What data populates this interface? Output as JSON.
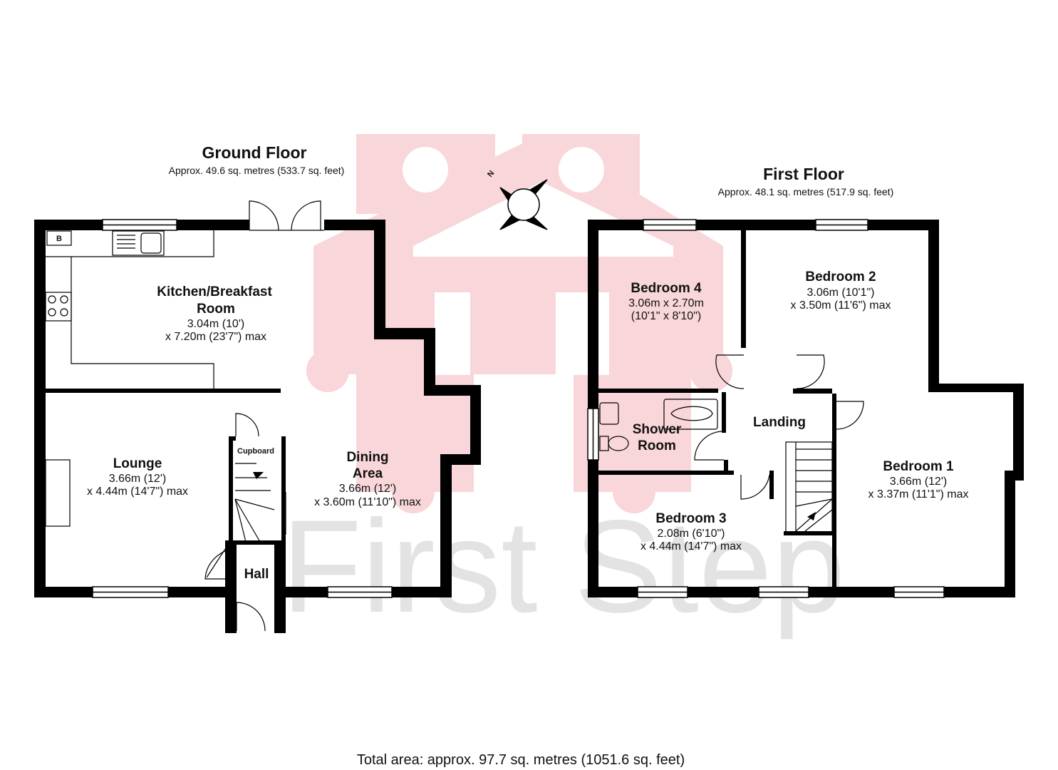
{
  "ground_floor": {
    "title": "Ground Floor",
    "area": "Approx. 49.6 sq. metres (533.7 sq. feet)",
    "rooms": {
      "kitchen": {
        "name_1": "Kitchen/Breakfast",
        "name_2": "Room",
        "dim_1": "3.04m (10')",
        "dim_2": "x 7.20m (23'7\") max"
      },
      "lounge": {
        "name": "Lounge",
        "dim_1": "3.66m (12')",
        "dim_2": "x 4.44m (14'7\") max"
      },
      "dining": {
        "name_1": "Dining",
        "name_2": "Area",
        "dim_1": "3.66m (12')",
        "dim_2": "x 3.60m (11'10\") max"
      },
      "hall": {
        "name": "Hall"
      },
      "cupboard": {
        "name": "Cupboard"
      },
      "boiler": {
        "name": "B"
      }
    }
  },
  "first_floor": {
    "title": "First Floor",
    "area": "Approx. 48.1 sq. metres (517.9 sq. feet)",
    "rooms": {
      "bedroom4": {
        "name": "Bedroom 4",
        "dim_1": "3.06m x 2.70m",
        "dim_2": "(10'1\" x 8'10\")"
      },
      "bedroom2": {
        "name": "Bedroom 2",
        "dim_1": "3.06m (10'1\")",
        "dim_2": "x 3.50m (11'6\") max"
      },
      "shower": {
        "name_1": "Shower",
        "name_2": "Room"
      },
      "landing": {
        "name": "Landing"
      },
      "bedroom3": {
        "name": "Bedroom 3",
        "dim_1": "2.08m (6'10\")",
        "dim_2": "x 4.44m (14'7\") max"
      },
      "bedroom1": {
        "name": "Bedroom 1",
        "dim_1": "3.66m (12')",
        "dim_2": "x 3.37m (11'1\") max"
      }
    }
  },
  "compass": {
    "north_label": "N"
  },
  "watermark": {
    "text": "First Step"
  },
  "total_area": "Total area: approx. 97.7 sq. metres (1051.6 sq. feet)",
  "colors": {
    "wall": "#000000",
    "logo": "#f9d6d9",
    "watermark_text": "#e3e3e3"
  }
}
